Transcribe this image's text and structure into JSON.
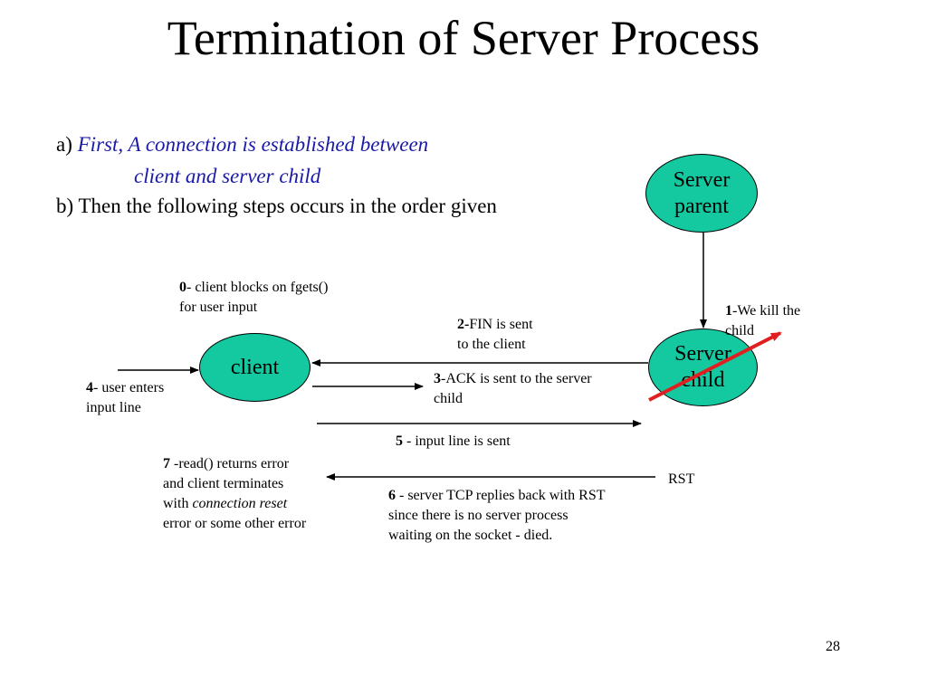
{
  "title": "Termination of Server Process",
  "intro": {
    "a_prefix": "a)",
    "a_line1": "First, A connection is established between",
    "a_line2": "client and server child",
    "b_line": "b) Then the following steps occurs in the order given"
  },
  "nodes": {
    "server_parent_line1": "Server",
    "server_parent_line2": "parent",
    "client": "client",
    "server_child_line1": "Server",
    "server_child_line2": "child"
  },
  "steps": {
    "s0_num": "0",
    "s0_line1": "- client blocks on fgets()",
    "s0_line2": "for user input",
    "s1_num": "1",
    "s1_line1": "-We kill the",
    "s1_line2": "child",
    "s2_num": "2-",
    "s2_line1": "FIN is sent",
    "s2_line2": "to the client",
    "s3_num": "3",
    "s3_line1": "-ACK is sent to the server",
    "s3_line2": "child",
    "s4_num": "4",
    "s4_line1": "- user enters",
    "s4_line2": "input line",
    "s5_num": "5",
    "s5_line1": " - input line is sent",
    "s6_num": "6",
    "s6_line1": " - server TCP replies back with RST",
    "s6_line2": "since there is no server process",
    "s6_line3": "waiting on the socket - died.",
    "s7_num": "7",
    "s7_line1": " -read() returns error",
    "s7_line2": "and client terminates",
    "s7_line3_prefix": "with ",
    "s7_line3_italic": "connection reset",
    "s7_line4": "error or some other error",
    "rst_label": "RST"
  },
  "page_number": "28",
  "colors": {
    "node_fill": "#14c8a0",
    "intro_blue": "#1a1aa8",
    "kill_line": "#e02020"
  }
}
